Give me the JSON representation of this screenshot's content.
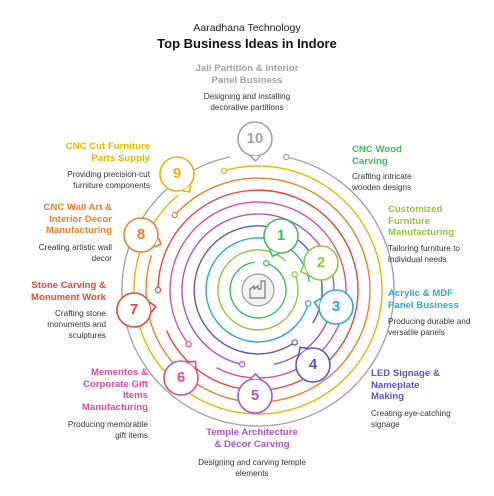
{
  "header": {
    "subtitle": "Aaradhana Technology",
    "title": "Top Business Ideas in Indore"
  },
  "center_icon": "industry-building-icon",
  "items": [
    {
      "number": "1",
      "label": "",
      "description": "",
      "color": "#3cbf5b"
    },
    {
      "number": "2",
      "label": "",
      "description": "",
      "color": "#8fc93a"
    },
    {
      "number": "3",
      "label": "Acrylic & MDF\nPanel Business",
      "description": "Producing durable and\nversatile panels",
      "color": "#2aa8d8"
    },
    {
      "number": "4",
      "label": "LED Signage &\nNameplate\nMaking",
      "description": "Creating eye-catching\nsignage",
      "color": "#5a55c9"
    },
    {
      "number": "5",
      "label": "Temple Architecture\n& Décor Carving",
      "description": "Designing and carving temple\nelements",
      "color": "#a855d6"
    },
    {
      "number": "6",
      "label": "Mementos &\nCorporate Gift\nItems\nManufacturing",
      "description": "Producing memorable\ngift items",
      "color": "#dd4d99"
    },
    {
      "number": "7",
      "label": "Stone Carving &\nMonument Work",
      "description": "Crafting stone\nmonuments and\nsculptures",
      "color": "#e8483a"
    },
    {
      "number": "8",
      "label": "CNC Wall Art &\nInterior Decor\nManufacturing",
      "description": "Creating artistic wall\ndecor",
      "color": "#f07f2a"
    },
    {
      "number": "9",
      "label": "CNC Cut Furniture\nParts Supply",
      "description": "Providing precision-cut\nfurniture components",
      "color": "#e6b800"
    },
    {
      "number": "10",
      "label": "Jali Partition & Interior\nPanel Business",
      "description": "Designing and installing\ndecorative partitions",
      "color": "#a3a3a3"
    }
  ],
  "right_items": [
    {
      "label": "CNC Wood\nCarving",
      "description": "Crafting intricate\nwooden designs",
      "color": "#3cbf5b"
    },
    {
      "label": "Customized\nFurniture\nManufacturing",
      "description": "Tailoring furniture to\nindividual needs",
      "color": "#8fc93a"
    }
  ]
}
